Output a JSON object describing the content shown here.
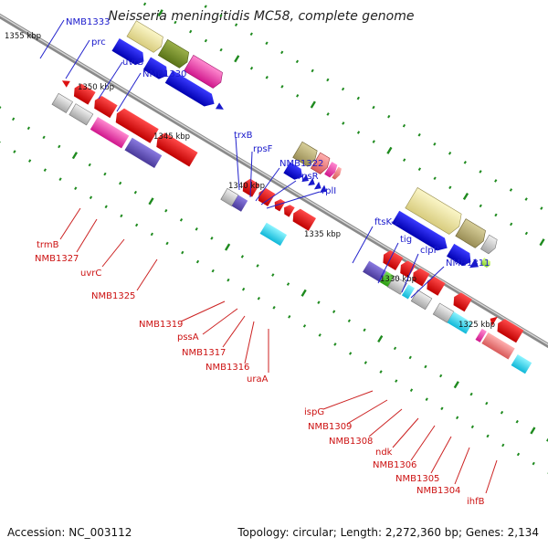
{
  "title": "Neisseria meningitidis MC58, complete genome",
  "footer": {
    "accession": "Accession: NC_003112",
    "summary": "Topology: circular; Length: 2,272,360 bp; Genes: 2,134"
  },
  "scale_labels": [
    "1355 kbp",
    "1350 kbp",
    "1345 kbp",
    "1340 kbp",
    "1335 kbp",
    "1330 kbp",
    "1325 kbp"
  ],
  "forward_genes": [
    "NMB1333",
    "prc",
    "uvrB",
    "NMB1330",
    "trxB",
    "rpsF",
    "NMB1322",
    "rpsR",
    "rplI",
    "ftsK-2",
    "tig",
    "clpP",
    "NMB1311"
  ],
  "reverse_genes": [
    "trmB",
    "NMB1327",
    "uvrC",
    "NMB1325",
    "NMB1319",
    "pssA",
    "NMB1317",
    "NMB1316",
    "uraA",
    "ispG",
    "NMB1309",
    "NMB1308",
    "ndk",
    "NMB1306",
    "NMB1305",
    "NMB1304",
    "ihfB"
  ],
  "colors": {
    "forward_label": "#1a1acc",
    "reverse_label": "#cc1111",
    "backbone": "#8a8a8a",
    "tick": "#1e8a1e"
  }
}
